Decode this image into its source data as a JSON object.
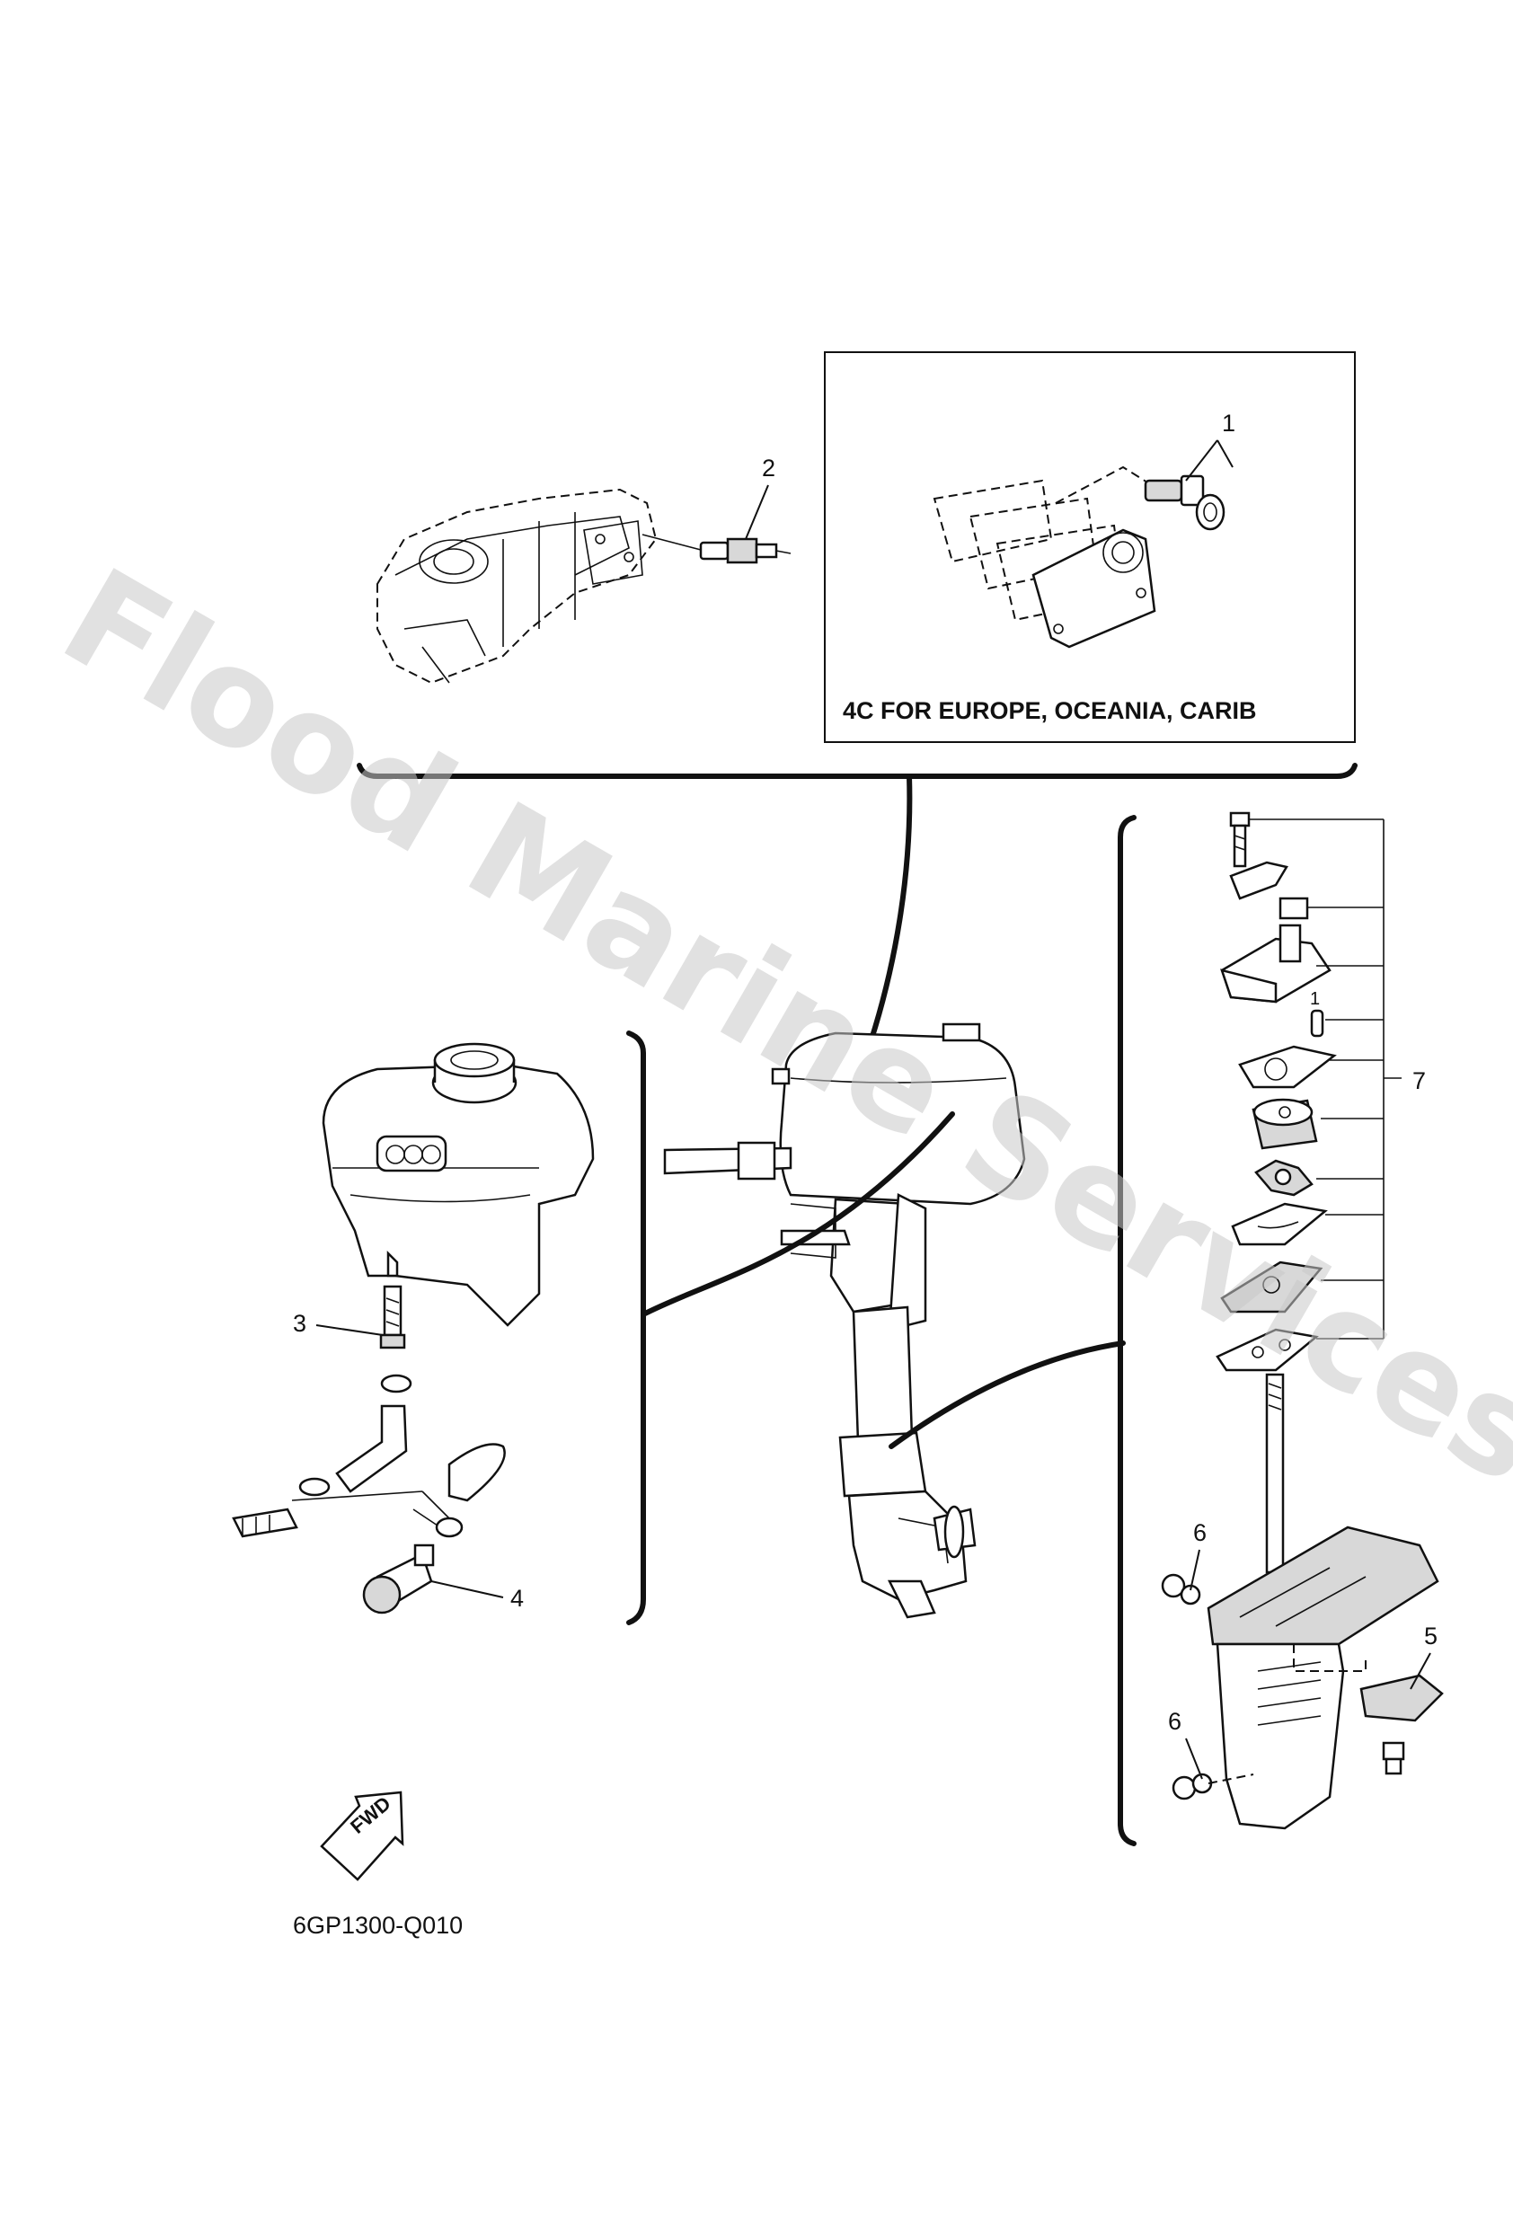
{
  "watermark": "Flood Marine Services",
  "inset_box_title": "4C FOR EUROPE, OCEANIA, CARIB",
  "callouts": {
    "c1": "1",
    "c2": "2",
    "c3": "3",
    "c4": "4",
    "c5": "5",
    "c6a": "6",
    "c6b": "6",
    "c7": "7",
    "c1small": "1"
  },
  "fwd_label": "FWD",
  "diagram_code": "6GP1300-Q010"
}
